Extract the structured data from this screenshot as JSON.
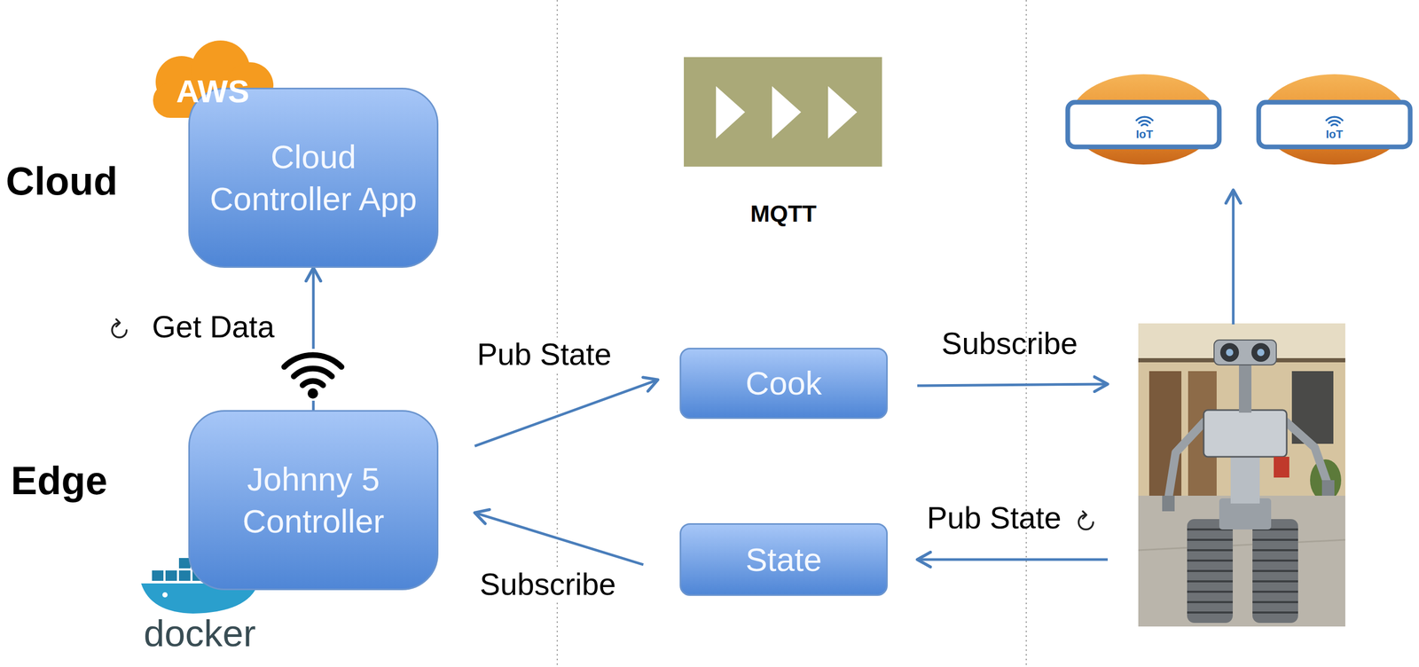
{
  "diagram": {
    "nodes": [
      {
        "text": [
          "Cloud Controller App"
        ]
      },
      {
        "text": [
          "Johnny 5 Controller"
        ]
      },
      {
        "text": [
          "Cook"
        ]
      },
      {
        "text": [
          "State"
        ]
      }
    ],
    "edges": [
      {
        "from": 1,
        "to": 0,
        "arrow": "to",
        "label": "Get Data"
      },
      {
        "from": 1,
        "to": 2,
        "arrow": "to",
        "label": "Pub State"
      },
      {
        "from": 3,
        "to": 1,
        "arrow": "to",
        "label": "Subscribe"
      }
    ],
    "labels": [
      "Cloud",
      "Edge",
      "AWS",
      "MQTT",
      "docker",
      "Subscribe",
      "Pub State",
      "IoT",
      "IoT"
    ]
  }
}
